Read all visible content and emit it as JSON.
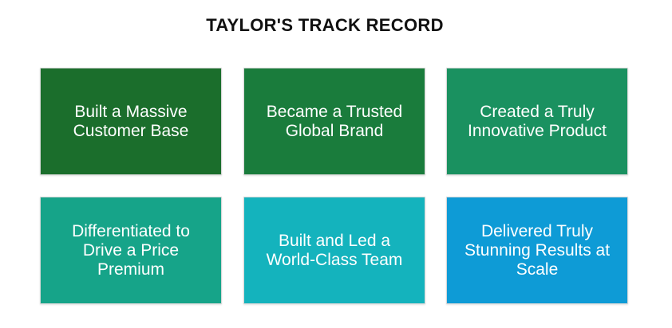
{
  "title": "TAYLOR'S TRACK RECORD",
  "cards": [
    {
      "text": "Built a Massive\nCustomer Base",
      "color": "#1b6e2c"
    },
    {
      "text": "Became a Trusted\nGlobal Brand",
      "color": "#1a7c3c"
    },
    {
      "text": "Created a Truly\nInnovative Product",
      "color": "#1a9160"
    },
    {
      "text": "Differentiated to\nDrive a Price\nPremium",
      "color": "#16a489"
    },
    {
      "text": "Built and Led a\nWorld-Class Team",
      "color": "#14b3bd"
    },
    {
      "text": "Delivered Truly\nStunning Results at\nScale",
      "color": "#0e9bd6"
    }
  ]
}
